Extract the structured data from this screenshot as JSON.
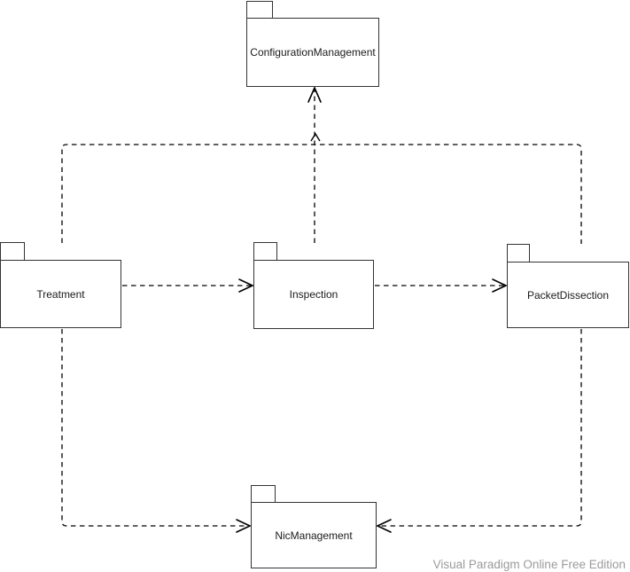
{
  "diagram": {
    "kind": "uml-package-diagram",
    "packages": [
      {
        "name": "ConfigurationManagement"
      },
      {
        "name": "Treatment"
      },
      {
        "name": "Inspection"
      },
      {
        "name": "PacketDissection"
      },
      {
        "name": "NicManagement"
      }
    ],
    "dependencies": [
      {
        "from": "Treatment",
        "to": "Inspection",
        "style": "dashed-open-arrow"
      },
      {
        "from": "Inspection",
        "to": "PacketDissection",
        "style": "dashed-open-arrow"
      },
      {
        "from": "Inspection",
        "to": "ConfigurationManagement",
        "style": "dashed-open-arrow"
      },
      {
        "from": "Treatment",
        "to": "ConfigurationManagement",
        "style": "dashed-open-arrow"
      },
      {
        "from": "PacketDissection",
        "to": "ConfigurationManagement",
        "style": "dashed-open-arrow"
      },
      {
        "from": "Treatment",
        "to": "NicManagement",
        "style": "dashed-open-arrow"
      },
      {
        "from": "PacketDissection",
        "to": "NicManagement",
        "style": "dashed-open-arrow"
      }
    ],
    "colors": {
      "line": "#000000",
      "package_border": "#333333",
      "package_fill": "#ffffff",
      "text": "#1a1a1a",
      "watermark": "#9b9b9b",
      "background": "#ffffff"
    },
    "watermark": "Visual Paradigm Online Free Edition"
  }
}
